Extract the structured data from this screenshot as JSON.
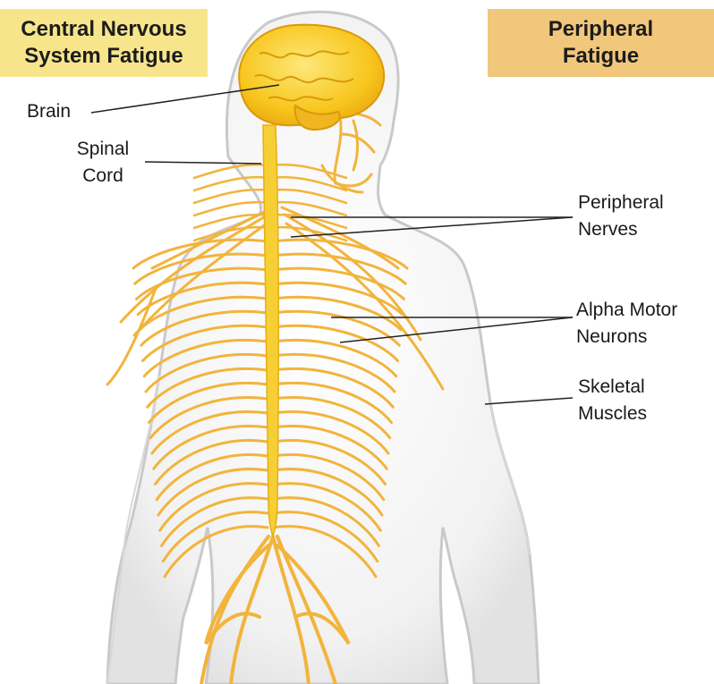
{
  "colors": {
    "cns_banner": "#f7e58c",
    "peripheral_banner": "#f1c77b",
    "nerve": "#f2b43c",
    "spinal_cord": "#f6cf34",
    "brain": "#f8c61d",
    "body_outline": "#c9c9c9",
    "body_fill": "#f4f4f4",
    "leader_line": "#222222"
  },
  "banners": {
    "cns": {
      "line1": "Central Nervous",
      "line2": "System Fatigue"
    },
    "peripheral": {
      "line1": "Peripheral",
      "line2": "Fatigue"
    }
  },
  "labels": {
    "brain": "Brain",
    "spinal_cord": {
      "line1": "Spinal",
      "line2": "Cord"
    },
    "peripheral_nerves": {
      "line1": "Peripheral",
      "line2": "Nerves"
    },
    "alpha_motor_neurons": {
      "line1": "Alpha Motor",
      "line2": "Neurons"
    },
    "skeletal_muscles": {
      "line1": "Skeletal",
      "line2": "Muscles"
    }
  }
}
